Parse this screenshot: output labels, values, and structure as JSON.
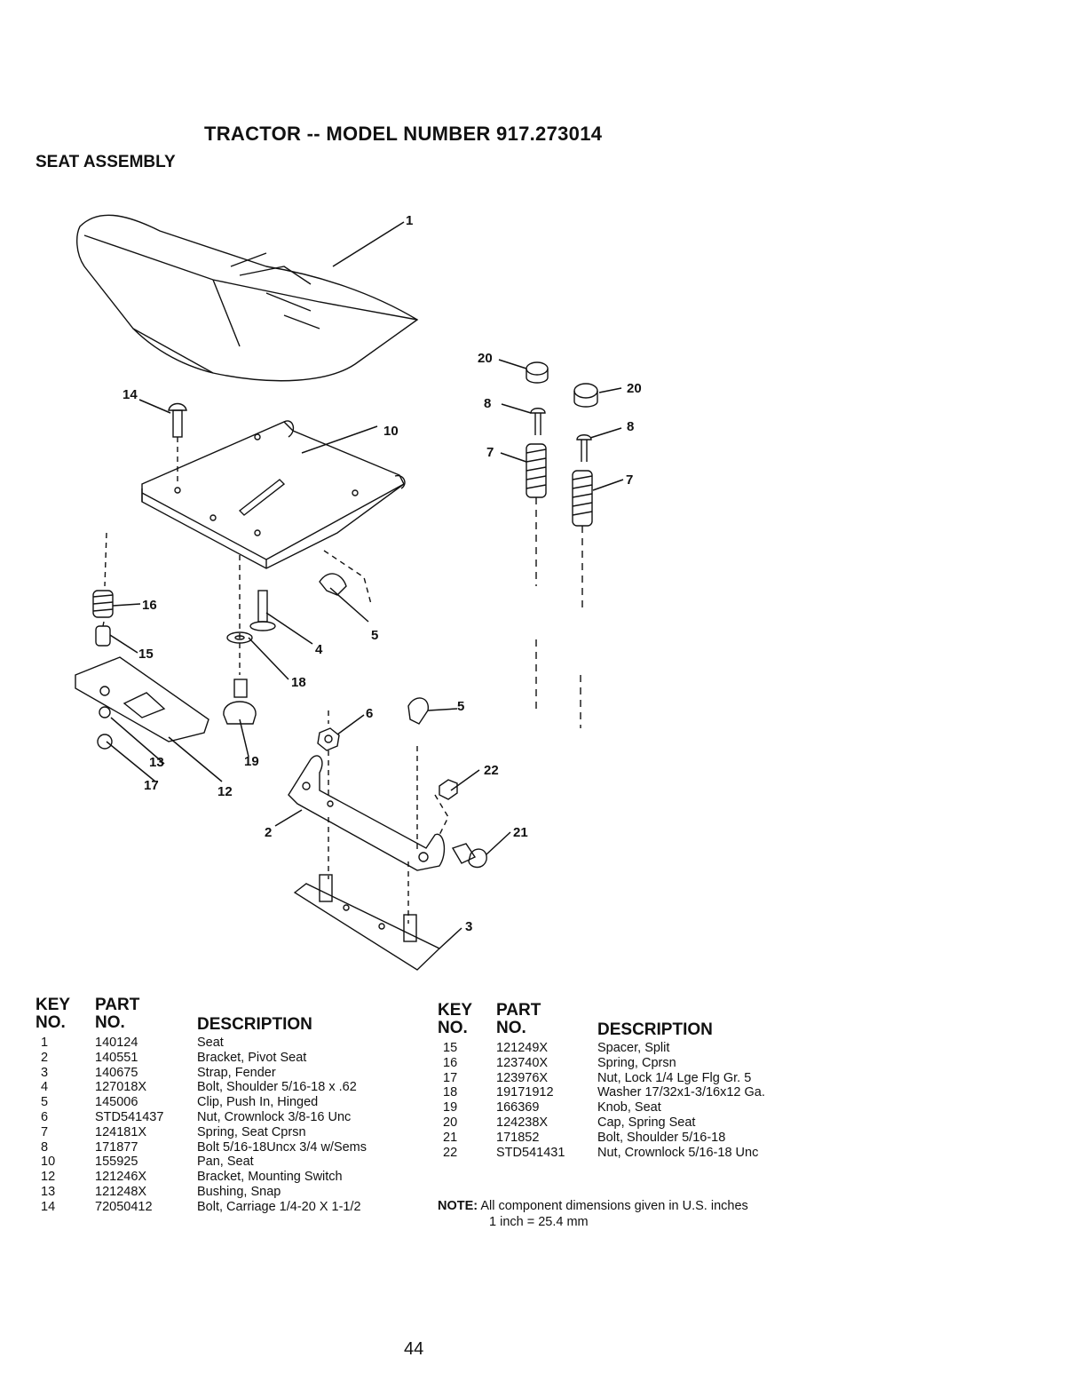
{
  "title": "TRACTOR -- MODEL NUMBER 917.273014",
  "section": "SEAT ASSEMBLY",
  "callouts": [
    "1",
    "14",
    "10",
    "20",
    "8",
    "20",
    "8",
    "7",
    "7",
    "16",
    "15",
    "4",
    "5",
    "18",
    "6",
    "5",
    "13",
    "17",
    "19",
    "12",
    "22",
    "21",
    "2",
    "3"
  ],
  "table_headers": {
    "key1": "KEY",
    "key2": "NO.",
    "part1": "PART",
    "part2": "NO.",
    "desc": "DESCRIPTION"
  },
  "parts_left": [
    {
      "key": "1",
      "part": "140124",
      "desc": "Seat"
    },
    {
      "key": "2",
      "part": "140551",
      "desc": "Bracket, Pivot Seat"
    },
    {
      "key": "3",
      "part": "140675",
      "desc": "Strap, Fender"
    },
    {
      "key": "4",
      "part": "127018X",
      "desc": "Bolt, Shoulder  5/16-18 x .62"
    },
    {
      "key": "5",
      "part": "145006",
      "desc": "Clip, Push In, Hinged"
    },
    {
      "key": "6",
      "part": "STD541437",
      "desc": "Nut, Crownlock  3/8-16 Unc"
    },
    {
      "key": "7",
      "part": "124181X",
      "desc": "Spring, Seat Cprsn"
    },
    {
      "key": "8",
      "part": "171877",
      "desc": "Bolt 5/16-18Uncx 3/4 w/Sems"
    },
    {
      "key": "10",
      "part": "155925",
      "desc": "Pan, Seat"
    },
    {
      "key": "12",
      "part": "121246X",
      "desc": "Bracket, Mounting Switch"
    },
    {
      "key": "13",
      "part": "121248X",
      "desc": "Bushing, Snap"
    },
    {
      "key": "14",
      "part": "72050412",
      "desc": "Bolt, Carriage  1/4-20 X 1-1/2"
    }
  ],
  "parts_right": [
    {
      "key": "15",
      "part": "121249X",
      "desc": "Spacer, Split"
    },
    {
      "key": "16",
      "part": "123740X",
      "desc": "Spring, Cprsn"
    },
    {
      "key": "17",
      "part": "123976X",
      "desc": "Nut, Lock  1/4 Lge Flg Gr. 5"
    },
    {
      "key": "18",
      "part": "19171912",
      "desc": "Washer 17/32x1-3/16x12 Ga."
    },
    {
      "key": "19",
      "part": "166369",
      "desc": "Knob, Seat"
    },
    {
      "key": "20",
      "part": "124238X",
      "desc": "Cap, Spring Seat"
    },
    {
      "key": "21",
      "part": "171852",
      "desc": "Bolt, Shoulder  5/16-18"
    },
    {
      "key": "22",
      "part": "STD541431",
      "desc": "Nut, Crownlock  5/16-18 Unc"
    }
  ],
  "note": {
    "label": "NOTE:",
    "line1": "All component dimensions given in U.S. inches",
    "line2": "1 inch = 25.4 mm"
  },
  "page_number": "44"
}
